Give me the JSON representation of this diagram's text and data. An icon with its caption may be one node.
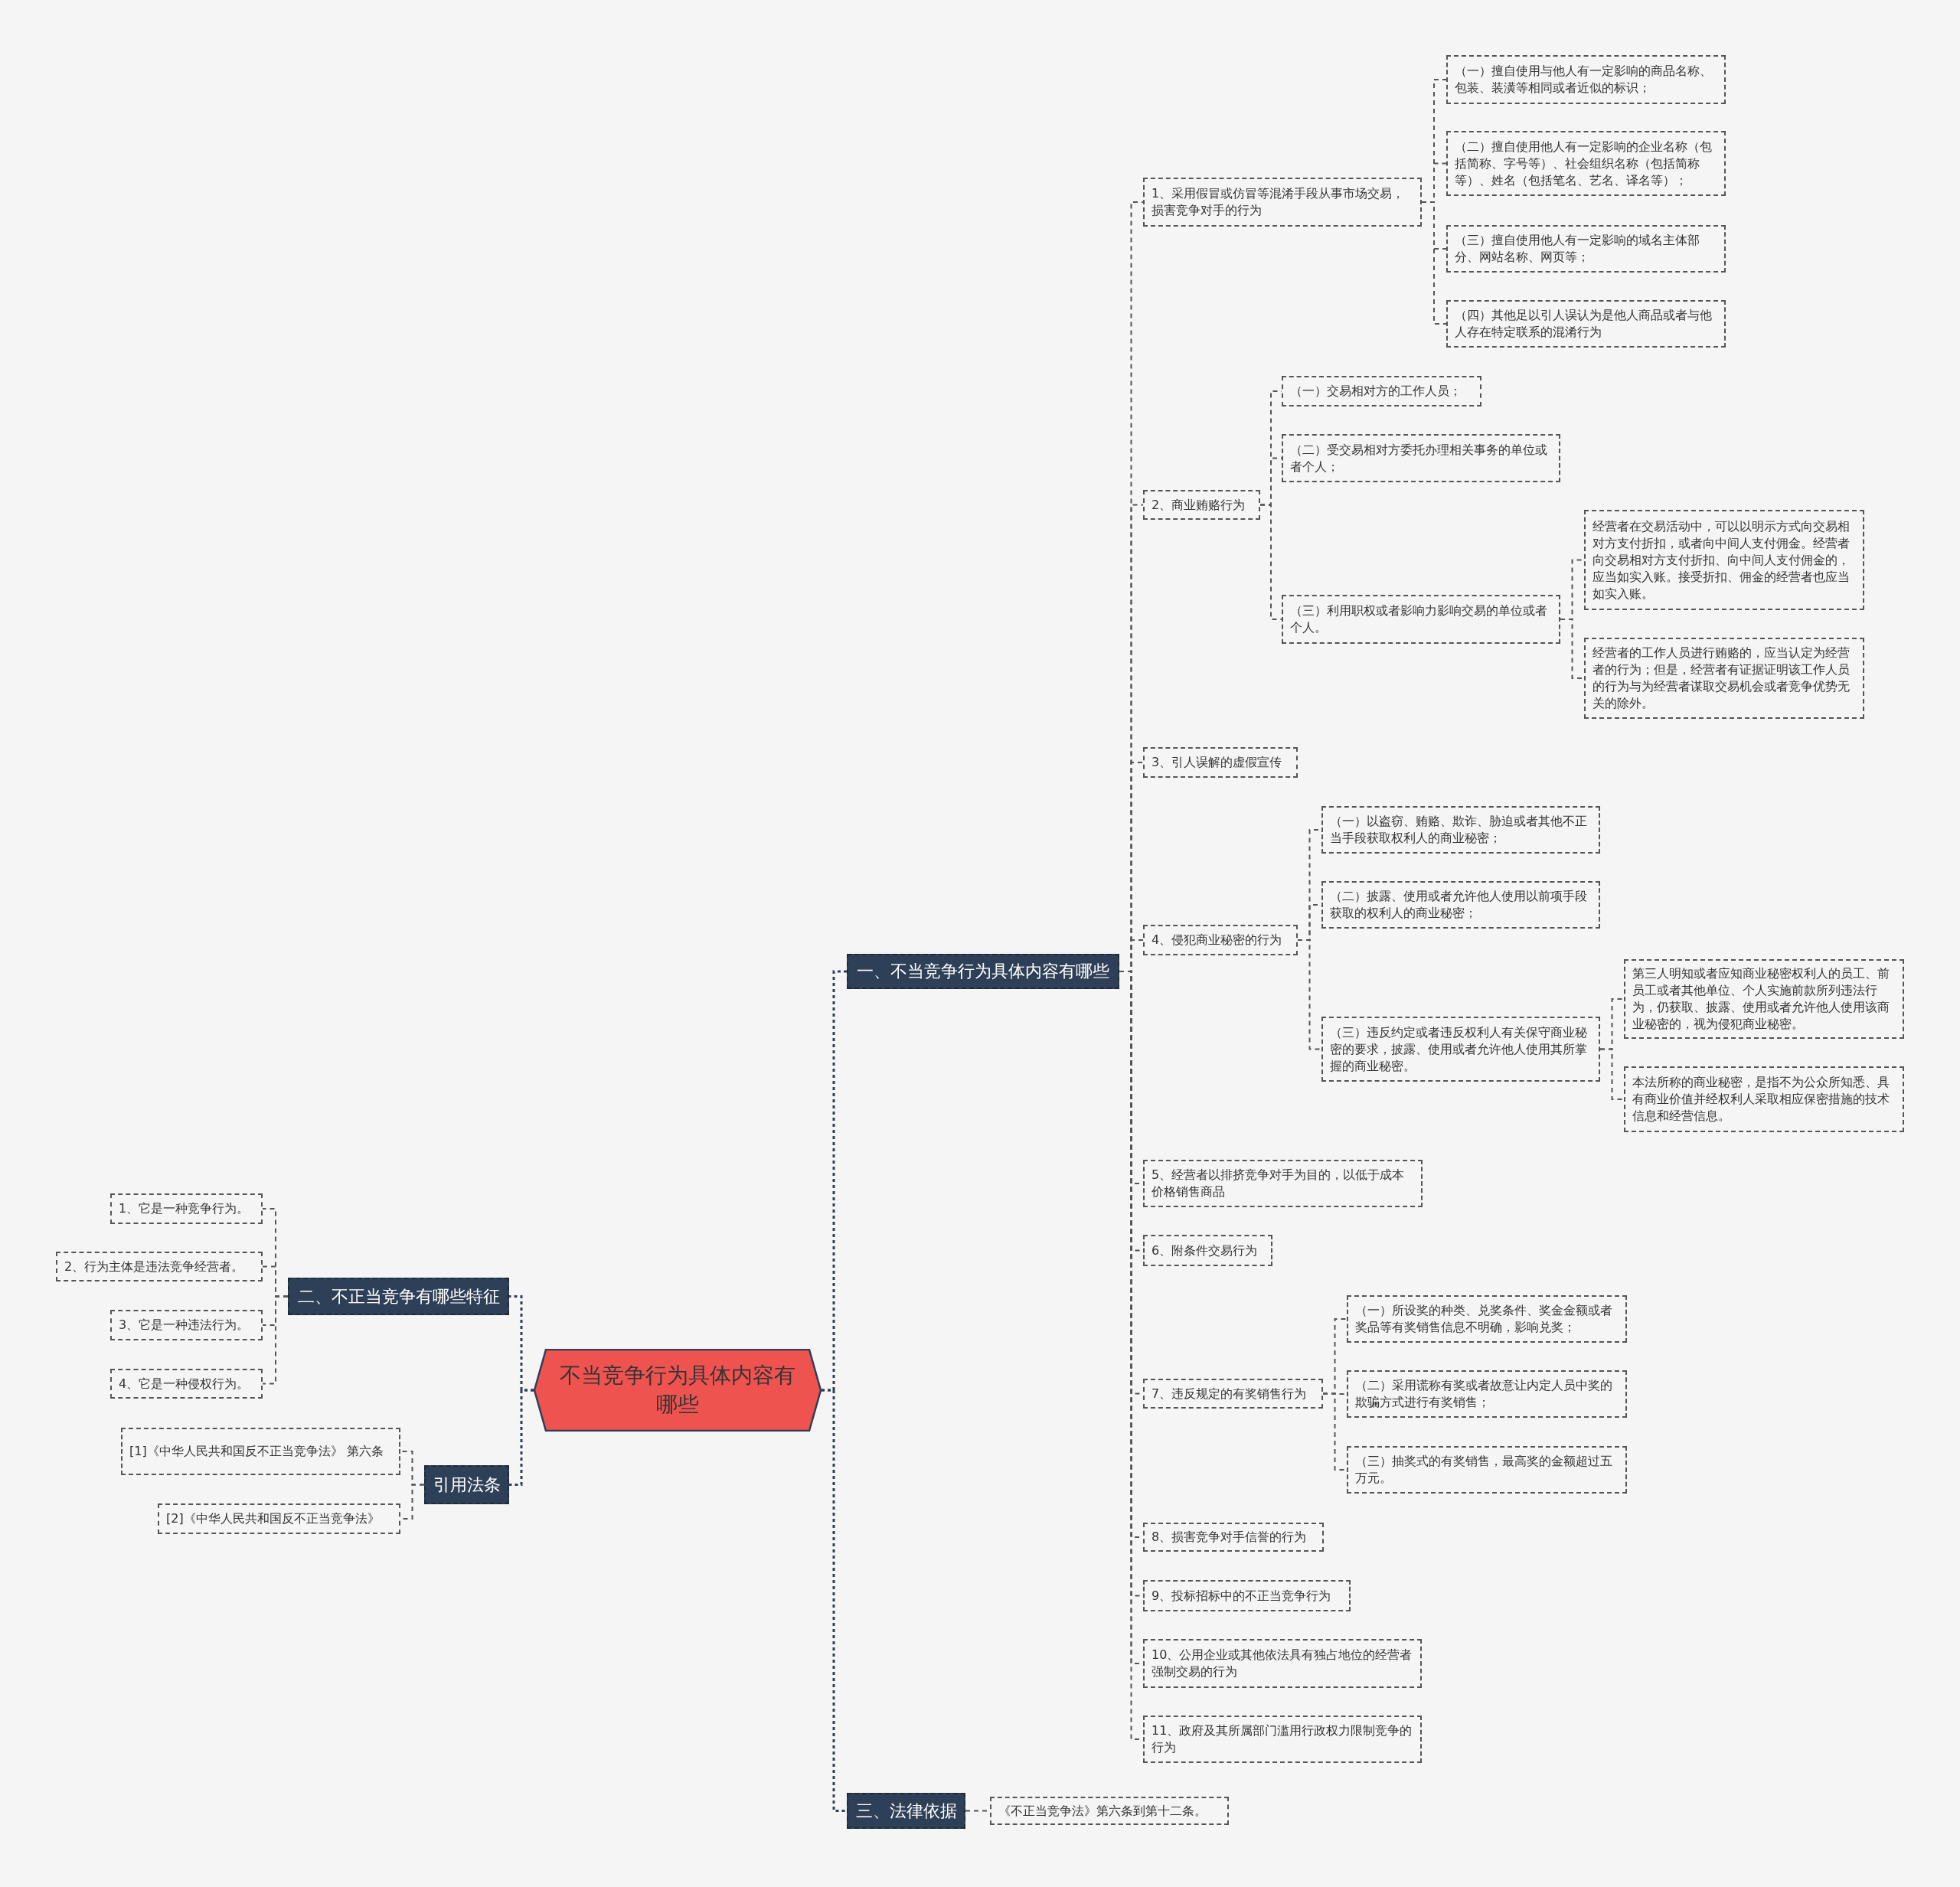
{
  "diagram": {
    "nodes": [
      {
        "text": [
          "不当竞争行为具体内容有哪些"
        ]
      },
      {
        "text": [
          "一、不当竞争行为具体内容有哪些"
        ]
      },
      {
        "text": [
          "1、采用假冒或仿冒等混淆手段从事市场交易，损害竞争对手的行为"
        ]
      },
      {
        "text": [
          "（一）擅自使用与他人有一定影响的商品名称、包装、装潢等相同或者近似的标识；"
        ]
      },
      {
        "text": [
          "（二）擅自使用他人有一定影响的企业名称（包括简称、字号等）、社会组织名称（包括简称等）、姓名（包括笔名、艺名、译名等）；"
        ]
      },
      {
        "text": [
          "（三）擅自使用他人有一定影响的域名主体部分、网站名称、网页等；"
        ]
      },
      {
        "text": [
          "（四）其他足以引人误认为是他人商品或者与他人存在特定联系的混淆行为"
        ]
      },
      {
        "text": [
          "2、商业贿赂行为"
        ]
      },
      {
        "text": [
          "（一）交易相对方的工作人员；"
        ]
      },
      {
        "text": [
          "（二）受交易相对方委托办理相关事务的单位或者个人；"
        ]
      },
      {
        "text": [
          "（三）利用职权或者影响力影响交易的单位或者个人。"
        ]
      },
      {
        "text": [
          "经营者在交易活动中，可以以明示方式向交易相对方支付折扣，或者向中间人支付佣金。经营者向交易相对方支付折扣、向中间人支付佣金的，应当如实入账。接受折扣、佣金的经营者也应当如实入账。"
        ]
      },
      {
        "text": [
          "经营者的工作人员进行贿赂的，应当认定为经营者的行为；但是，经营者有证据证明该工作人员的行为与为经营者谋取交易机会或者竞争优势无关的除外。"
        ]
      },
      {
        "text": [
          "3、引人误解的虚假宣传"
        ]
      },
      {
        "text": [
          "4、侵犯商业秘密的行为"
        ]
      },
      {
        "text": [
          "（一）以盗窃、贿赂、欺诈、胁迫或者其他不正当手段获取权利人的商业秘密；"
        ]
      },
      {
        "text": [
          "（二）披露、使用或者允许他人使用以前项手段获取的权利人的商业秘密；"
        ]
      },
      {
        "text": [
          "（三）违反约定或者违反权利人有关保守商业秘密的要求，披露、使用或者允许他人使用其所掌握的商业秘密。"
        ]
      },
      {
        "text": [
          "第三人明知或者应知商业秘密权利人的员工、前员工或者其他单位、个人实施前款所列违法行为，仍获取、披露、使用或者允许他人使用该商业秘密的，视为侵犯商业秘密。"
        ]
      },
      {
        "text": [
          "本法所称的商业秘密，是指不为公众所知悉、具有商业价值并经权利人采取相应保密措施的技术信息和经营信息。"
        ]
      },
      {
        "text": [
          "5、经营者以排挤竞争对手为目的，以低于成本价格销售商品"
        ]
      },
      {
        "text": [
          "6、附条件交易行为"
        ]
      },
      {
        "text": [
          "7、违反规定的有奖销售行为"
        ]
      },
      {
        "text": [
          "（一）所设奖的种类、兑奖条件、奖金金额或者奖品等有奖销售信息不明确，影响兑奖；"
        ]
      },
      {
        "text": [
          "（二）采用谎称有奖或者故意让内定人员中奖的欺骗方式进行有奖销售；"
        ]
      },
      {
        "text": [
          "（三）抽奖式的有奖销售，最高奖的金额超过五万元。"
        ]
      },
      {
        "text": [
          "8、损害竞争对手信誉的行为"
        ]
      },
      {
        "text": [
          "9、投标招标中的不正当竞争行为"
        ]
      },
      {
        "text": [
          "10、公用企业或其他依法具有独占地位的经营者强制交易的行为"
        ]
      },
      {
        "text": [
          "11、政府及其所属部门滥用行政权力限制竞争的行为"
        ]
      },
      {
        "text": [
          "三、法律依据"
        ]
      },
      {
        "text": [
          "《不正当竞争法》第六条到第十二条。"
        ]
      },
      {
        "text": [
          "二、不正当竞争有哪些特征"
        ]
      },
      {
        "text": [
          "1、它是一种竞争行为。"
        ]
      },
      {
        "text": [
          "2、行为主体是违法竞争经营者。"
        ]
      },
      {
        "text": [
          "3、它是一种违法行为。"
        ]
      },
      {
        "text": [
          "4、它是一种侵权行为。"
        ]
      },
      {
        "text": [
          "引用法条"
        ]
      },
      {
        "text": [
          "[1]《中华人民共和国反不正当竞争法》 第六条"
        ]
      },
      {
        "text": [
          "[2]《中华人民共和国反不正当竞争法》"
        ]
      }
    ],
    "edges": [
      {
        "from": 0,
        "to": 1,
        "arrow": "none"
      },
      {
        "from": 0,
        "to": 30,
        "arrow": "none"
      },
      {
        "from": 0,
        "to": 32,
        "arrow": "none"
      },
      {
        "from": 0,
        "to": 37,
        "arrow": "none"
      },
      {
        "from": 1,
        "to": 2,
        "arrow": "none"
      },
      {
        "from": 1,
        "to": 7,
        "arrow": "none"
      },
      {
        "from": 1,
        "to": 13,
        "arrow": "none"
      },
      {
        "from": 1,
        "to": 14,
        "arrow": "none"
      },
      {
        "from": 1,
        "to": 20,
        "arrow": "none"
      },
      {
        "from": 1,
        "to": 21,
        "arrow": "none"
      },
      {
        "from": 1,
        "to": 22,
        "arrow": "none"
      },
      {
        "from": 1,
        "to": 26,
        "arrow": "none"
      },
      {
        "from": 1,
        "to": 27,
        "arrow": "none"
      },
      {
        "from": 1,
        "to": 28,
        "arrow": "none"
      },
      {
        "from": 1,
        "to": 29,
        "arrow": "none"
      },
      {
        "from": 2,
        "to": 3,
        "arrow": "none"
      },
      {
        "from": 2,
        "to": 4,
        "arrow": "none"
      },
      {
        "from": 2,
        "to": 5,
        "arrow": "none"
      },
      {
        "from": 2,
        "to": 6,
        "arrow": "none"
      },
      {
        "from": 7,
        "to": 8,
        "arrow": "none"
      },
      {
        "from": 7,
        "to": 9,
        "arrow": "none"
      },
      {
        "from": 7,
        "to": 10,
        "arrow": "none"
      },
      {
        "from": 10,
        "to": 11,
        "arrow": "none"
      },
      {
        "from": 10,
        "to": 12,
        "arrow": "none"
      },
      {
        "from": 14,
        "to": 15,
        "arrow": "none"
      },
      {
        "from": 14,
        "to": 16,
        "arrow": "none"
      },
      {
        "from": 14,
        "to": 17,
        "arrow": "none"
      },
      {
        "from": 17,
        "to": 18,
        "arrow": "none"
      },
      {
        "from": 17,
        "to": 19,
        "arrow": "none"
      },
      {
        "from": 22,
        "to": 23,
        "arrow": "none"
      },
      {
        "from": 22,
        "to": 24,
        "arrow": "none"
      },
      {
        "from": 22,
        "to": 25,
        "arrow": "none"
      },
      {
        "from": 30,
        "to": 31,
        "arrow": "none"
      },
      {
        "from": 32,
        "to": 33,
        "arrow": "none"
      },
      {
        "from": 32,
        "to": 34,
        "arrow": "none"
      },
      {
        "from": 32,
        "to": 35,
        "arrow": "none"
      },
      {
        "from": 32,
        "to": 36,
        "arrow": "none"
      },
      {
        "from": 37,
        "to": 38,
        "arrow": "none"
      },
      {
        "from": 37,
        "to": 39,
        "arrow": "none"
      }
    ]
  }
}
